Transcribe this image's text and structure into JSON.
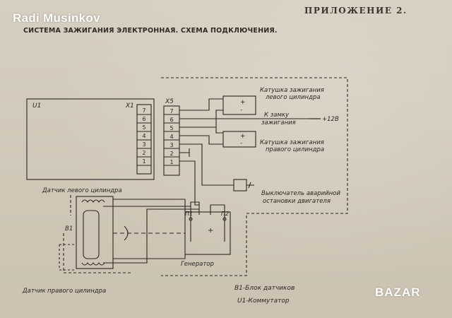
{
  "watermark": "Radi Musinkov",
  "appendix": "ПРИЛОЖЕНИЕ 2.",
  "title": "СИСТЕМА ЗАЖИГАНИЯ ЭЛЕКТРОННАЯ. СХЕМА ПОДКЛЮЧЕНИЯ.",
  "commutator": {
    "ref": "U1",
    "connector": "X1",
    "pins": [
      "7",
      "6",
      "5",
      "4",
      "3",
      "2",
      "1"
    ]
  },
  "connector_x5": {
    "ref": "X5",
    "pins": [
      "7",
      "6",
      "5",
      "4",
      "3",
      "2",
      "1"
    ]
  },
  "coil_left": {
    "line1": "Катушка зажигания",
    "line2": "левого цилиндра",
    "plus": "+",
    "minus": "-"
  },
  "coil_right": {
    "line1": "Катушка зажигания",
    "line2": "правого цилиндра",
    "plus": "+",
    "minus": "-"
  },
  "ignition_switch": {
    "line1": "К замку",
    "line2": "зажигания",
    "voltage": "+12В"
  },
  "emergency_switch": {
    "line1": "Выключатель аварийной",
    "line2": "остановки двигателя"
  },
  "generator": {
    "label": "Генератор",
    "term1": "П1",
    "term2": "П2"
  },
  "sensor_left": "Датчик левого цилиндра",
  "sensor_right": "Датчик правого цилиндра",
  "sensor_block_ref": "В1",
  "legend": {
    "b1": "В1-Блок датчиков",
    "u1": "U1-Коммутатор"
  },
  "logo": "BAZAR"
}
